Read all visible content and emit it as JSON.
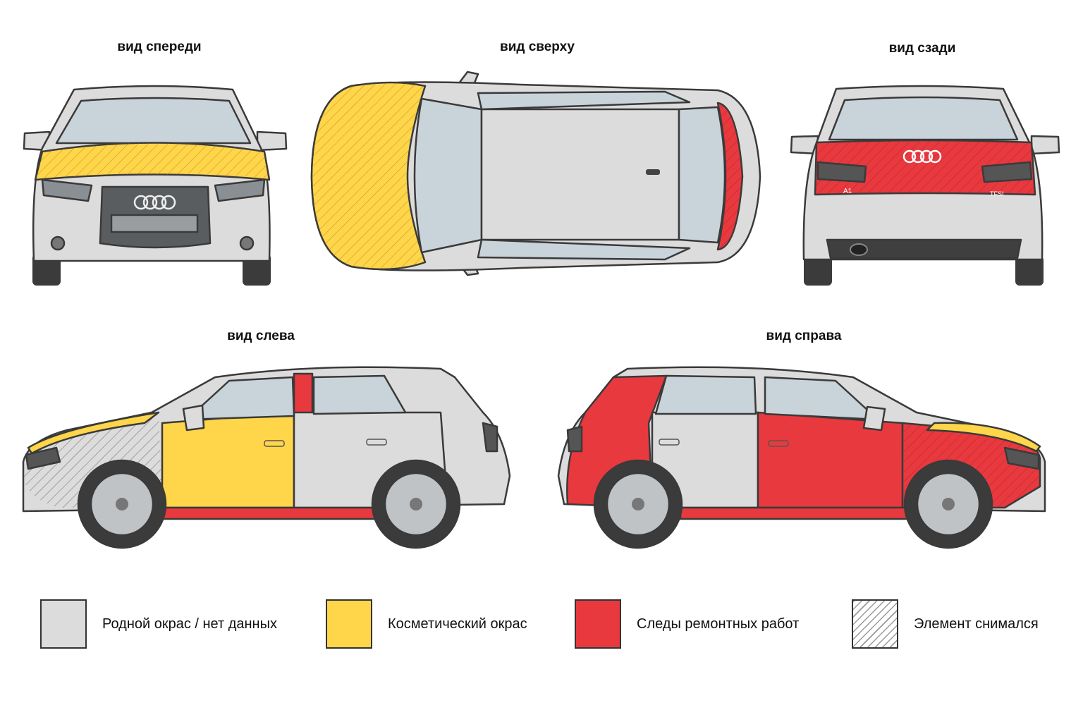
{
  "views": {
    "front": {
      "title": "вид спереди"
    },
    "top": {
      "title": "вид сверху"
    },
    "rear": {
      "title": "вид сзади"
    },
    "left": {
      "title": "вид слева"
    },
    "right": {
      "title": "вид справа"
    }
  },
  "badges": {
    "rear_model": "A1",
    "rear_engine": "TFSI"
  },
  "legend": [
    {
      "key": "original",
      "label": "Родной окрас / нет данных",
      "color": "#dcdcdc"
    },
    {
      "key": "cosmetic",
      "label": "Косметический окрас",
      "color": "#ffd54a"
    },
    {
      "key": "repair",
      "label": "Следы ремонтных работ",
      "color": "#e8393f"
    },
    {
      "key": "removed",
      "label": "Элемент снимался",
      "color": "#ffffff"
    }
  ],
  "colors": {
    "original": "#dcdcdc",
    "cosmetic": "#ffd54a",
    "repair": "#e8393f",
    "removed": "#ffffff",
    "glass": "#c9d3da",
    "outline": "#3a3a3a"
  }
}
